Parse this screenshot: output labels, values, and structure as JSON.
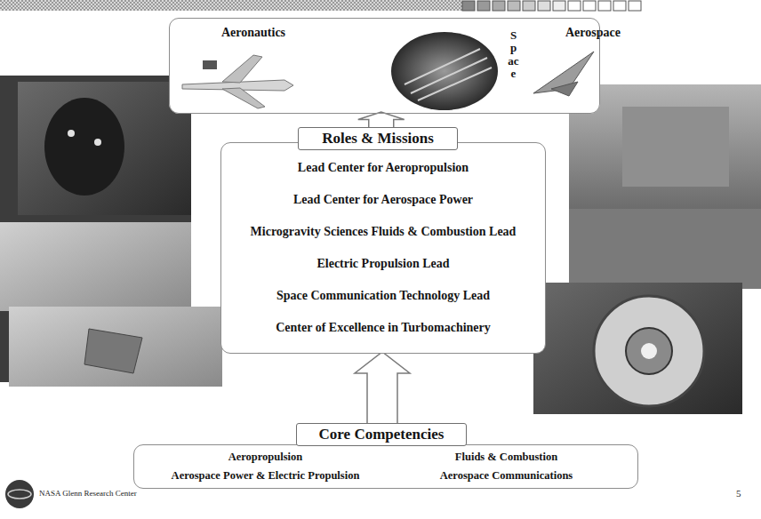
{
  "diagram": {
    "nodes": [
      {
        "text": [
          "Aeronautics",
          "Space",
          "Aerospace"
        ]
      },
      {
        "text": [
          "Roles & Missions"
        ]
      },
      {
        "text": [
          "Lead Center for Aeropropulsion",
          "Lead Center for Aerospace Power",
          "Microgravity Sciences Fluids & Combustion Lead",
          "Electric Propulsion Lead",
          "Space Communication Technology Lead",
          "Center of Excellence in Turbomachinery"
        ]
      },
      {
        "text": [
          "Core Competencies"
        ]
      },
      {
        "text": [
          "Aeropropulsion",
          "Fluids & Combustion",
          "Aerospace Power & Electric Propulsion",
          "Aerospace Communications"
        ]
      }
    ],
    "edges": [
      {
        "from": 1,
        "to": 0,
        "arrow": "to"
      },
      {
        "from": 3,
        "to": 2,
        "arrow": "to"
      }
    ],
    "labels": [
      "NASA Glenn Research Center",
      "5"
    ]
  }
}
